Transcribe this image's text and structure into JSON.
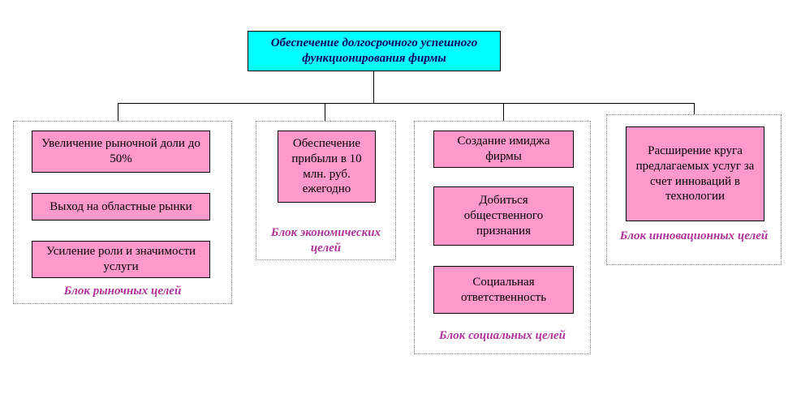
{
  "root": {
    "label": "Обеспечение долгосрочного успешного функционирования фирмы"
  },
  "groups": [
    {
      "label": "Блок рыночных целей",
      "boxes": [
        "Увеличение рыночной доли до 50%",
        "Выход на областные рынки",
        "Усиление роли и значимости услуги"
      ]
    },
    {
      "label": "Блок экономических целей",
      "boxes": [
        "Обеспечение прибыли в 10 млн. руб. ежегодно"
      ]
    },
    {
      "label": "Блок социальных целей",
      "boxes": [
        "Создание имиджа фирмы",
        "Добиться общественного признания",
        "Социальная ответственность"
      ]
    },
    {
      "label": "Блок инновационных целей",
      "boxes": [
        "Расширение круга предлагаемых услуг за счет инноваций в технологии"
      ]
    }
  ],
  "colors": {
    "root_fill": "#00ffff",
    "node_fill": "#ff99cc",
    "label_color": "#b03399",
    "line_color": "#000000"
  }
}
